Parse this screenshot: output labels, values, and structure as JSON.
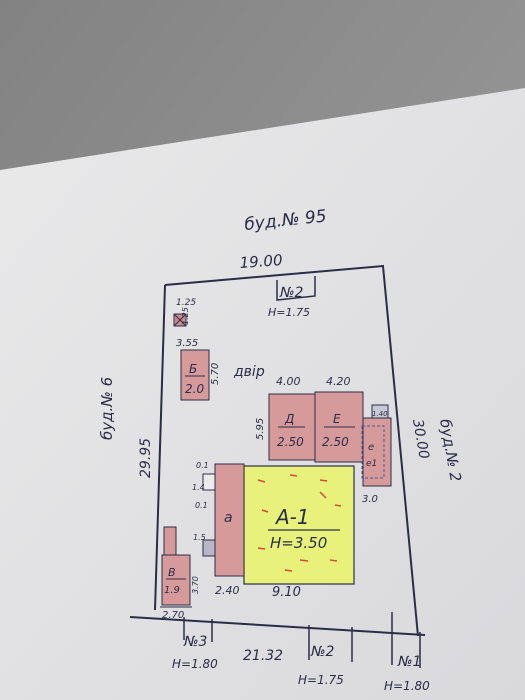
{
  "labels": {
    "neighbor_top": "буд.№ 95",
    "neighbor_left": "буд.№ 6",
    "neighbor_right": "буд.№ 2",
    "yard": "двір",
    "dim_top": "19.00",
    "dim_left": "29.95",
    "dim_right": "30.00",
    "dim_bottom": "21.32",
    "gate_top": "№2",
    "gate_top_h": "H=1.75",
    "gate_bl": "№3",
    "gate_bl_h": "H=1.80",
    "gate_bm": "№2",
    "gate_bm_h": "H=1.75",
    "gate_br": "№1",
    "gate_br_h": "H=1.80"
  },
  "small_square": {
    "d1": "1.25",
    "d2": "1.25"
  },
  "building_b": {
    "letter": "Б",
    "height": "2.0",
    "w": "3.55",
    "l": "5.70"
  },
  "building_d": {
    "letter": "Д",
    "height": "2.50",
    "w": "4.00",
    "l": "5.95"
  },
  "building_e": {
    "letter": "Е",
    "height": "2.50",
    "w": "4.20"
  },
  "building_e1": {
    "letter": "e",
    "sub": "e1",
    "w": "1.40",
    "bottom": "3.0"
  },
  "building_main": {
    "letter": "А-1",
    "height": "H=3.50",
    "w": "9.10"
  },
  "building_a": {
    "letter": "а",
    "w": "2.40",
    "d1": "0.1",
    "d2": "1.4",
    "d3": "0.1",
    "d4": "1.5"
  },
  "building_v": {
    "letter": "В",
    "height": "1.9",
    "w": "2.70",
    "l": "3.70"
  }
}
